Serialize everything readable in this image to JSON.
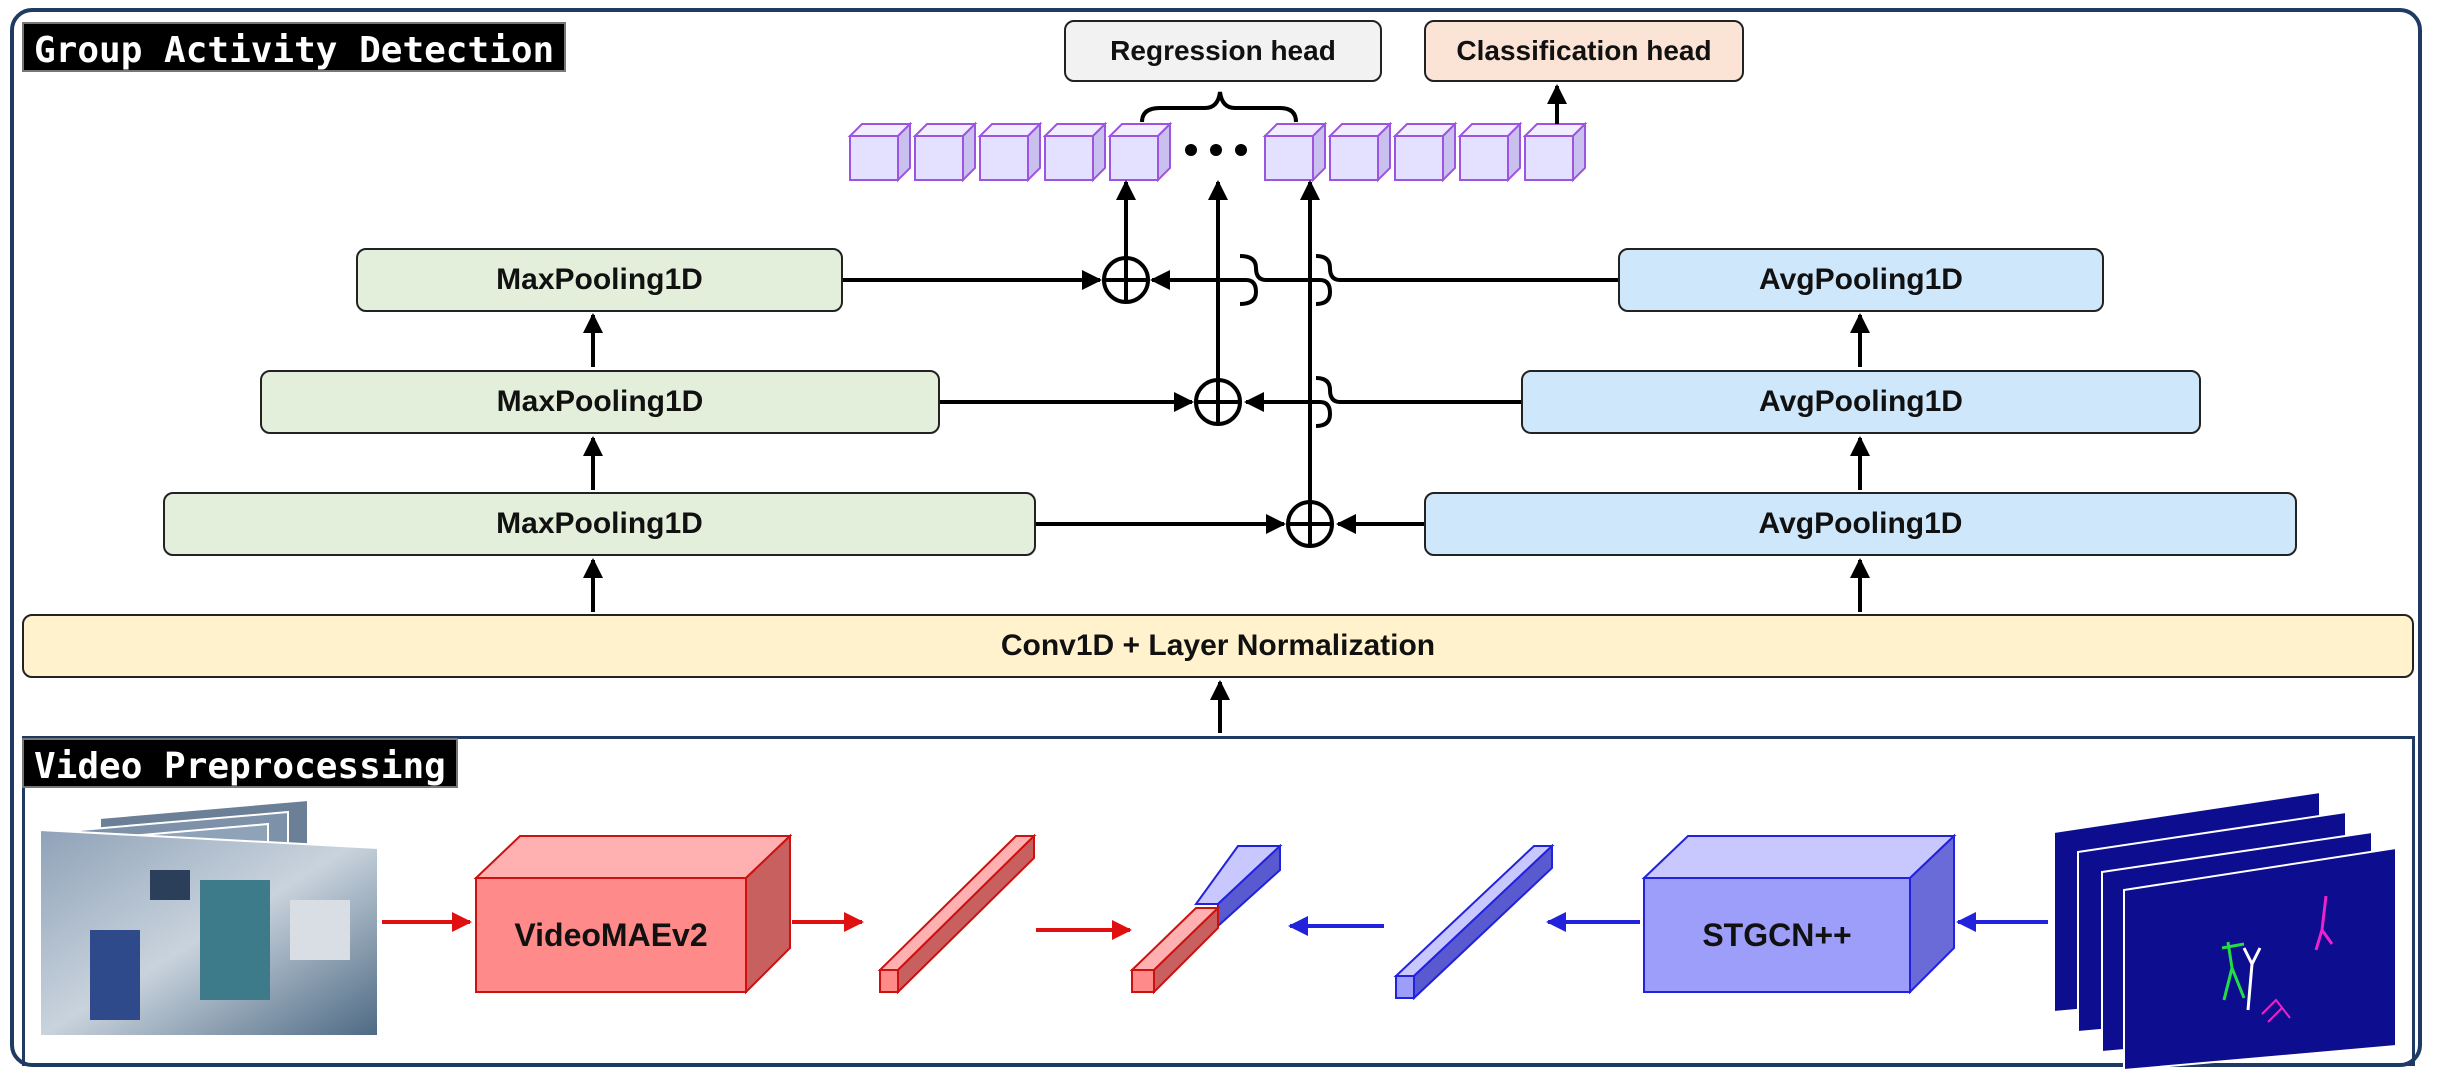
{
  "sections": {
    "top_title": "Group Activity Detection",
    "bottom_title": "Video Preprocessing"
  },
  "heads": {
    "regression": "Regression head",
    "classification": "Classification head"
  },
  "pooling": {
    "max": [
      "MaxPooling1D",
      "MaxPooling1D",
      "MaxPooling1D"
    ],
    "avg": [
      "AvgPooling1D",
      "AvgPooling1D",
      "AvgPooling1D"
    ]
  },
  "conv": "Conv1D + Layer Normalization",
  "preprocessing": {
    "rgb_encoder": "VideoMAEv2",
    "pose_encoder": "STGCN++"
  },
  "colors": {
    "frame": "#1f3b63",
    "green": "#e3efdb",
    "blue": "#cfe7fb",
    "yellow": "#fff2cc",
    "red_block": "#ff8a8a",
    "blue_block": "#9d9dfa",
    "token": "#e4e0ff",
    "token_edge": "#9b55e0",
    "arrow_red": "#e01010",
    "arrow_blue": "#2222dd"
  }
}
